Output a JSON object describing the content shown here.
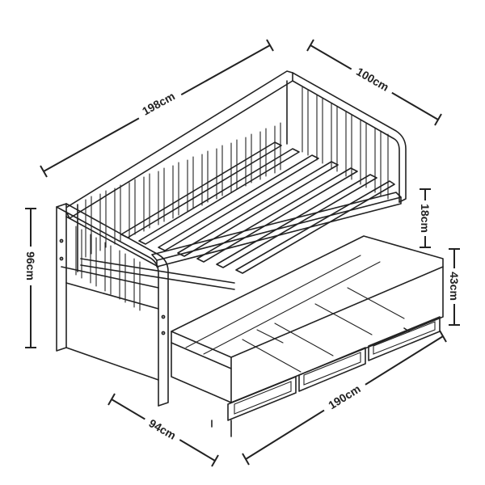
{
  "diagram": {
    "dimensions": {
      "length_top": "198cm",
      "width_top": "100cm",
      "total_height": "96cm",
      "rail_height": "18cm",
      "trundle_height": "43cm",
      "trundle_depth": "94cm",
      "trundle_length": "190cm"
    },
    "colors": {
      "line": "#222222",
      "background": "#ffffff"
    }
  }
}
